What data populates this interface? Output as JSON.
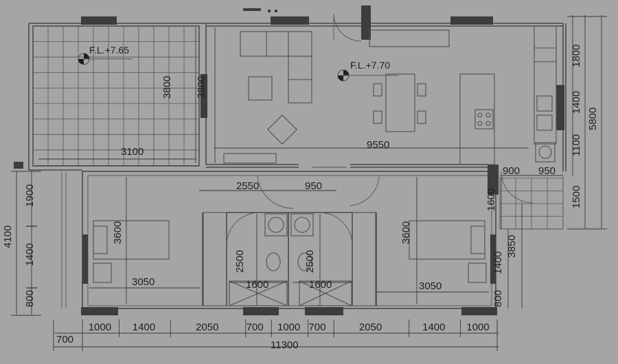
{
  "levels": {
    "terrace": "F.L.+7.65",
    "living": "F.L.+7.70"
  },
  "room_dims": {
    "terrace_h": "3800",
    "terrace_w": "3100",
    "living_h": "3800",
    "living_w": "9550",
    "bed1_h": "3600",
    "bed1_w": "3050",
    "bed2_h": "3600",
    "bed2_w": "3050",
    "bath1_h": "2500",
    "bath1_w": "1600",
    "bath2_h": "2500",
    "bath2_w": "1600",
    "hall_w1": "2550",
    "hall_w2": "950",
    "laundry_w1": "900",
    "laundry_w2": "950",
    "laundry_h": "1600"
  },
  "right_dims": [
    "1800",
    "1400",
    "1100",
    "5800",
    "1500",
    "3850",
    "1400",
    "800"
  ],
  "left_dims": [
    "1900",
    "4100",
    "1400",
    "800"
  ],
  "bottom_dims": [
    "1000",
    "1400",
    "2050",
    "700",
    "1000",
    "700",
    "2050",
    "1400",
    "1000"
  ],
  "bottom_offset": "700",
  "total_width": "11300"
}
